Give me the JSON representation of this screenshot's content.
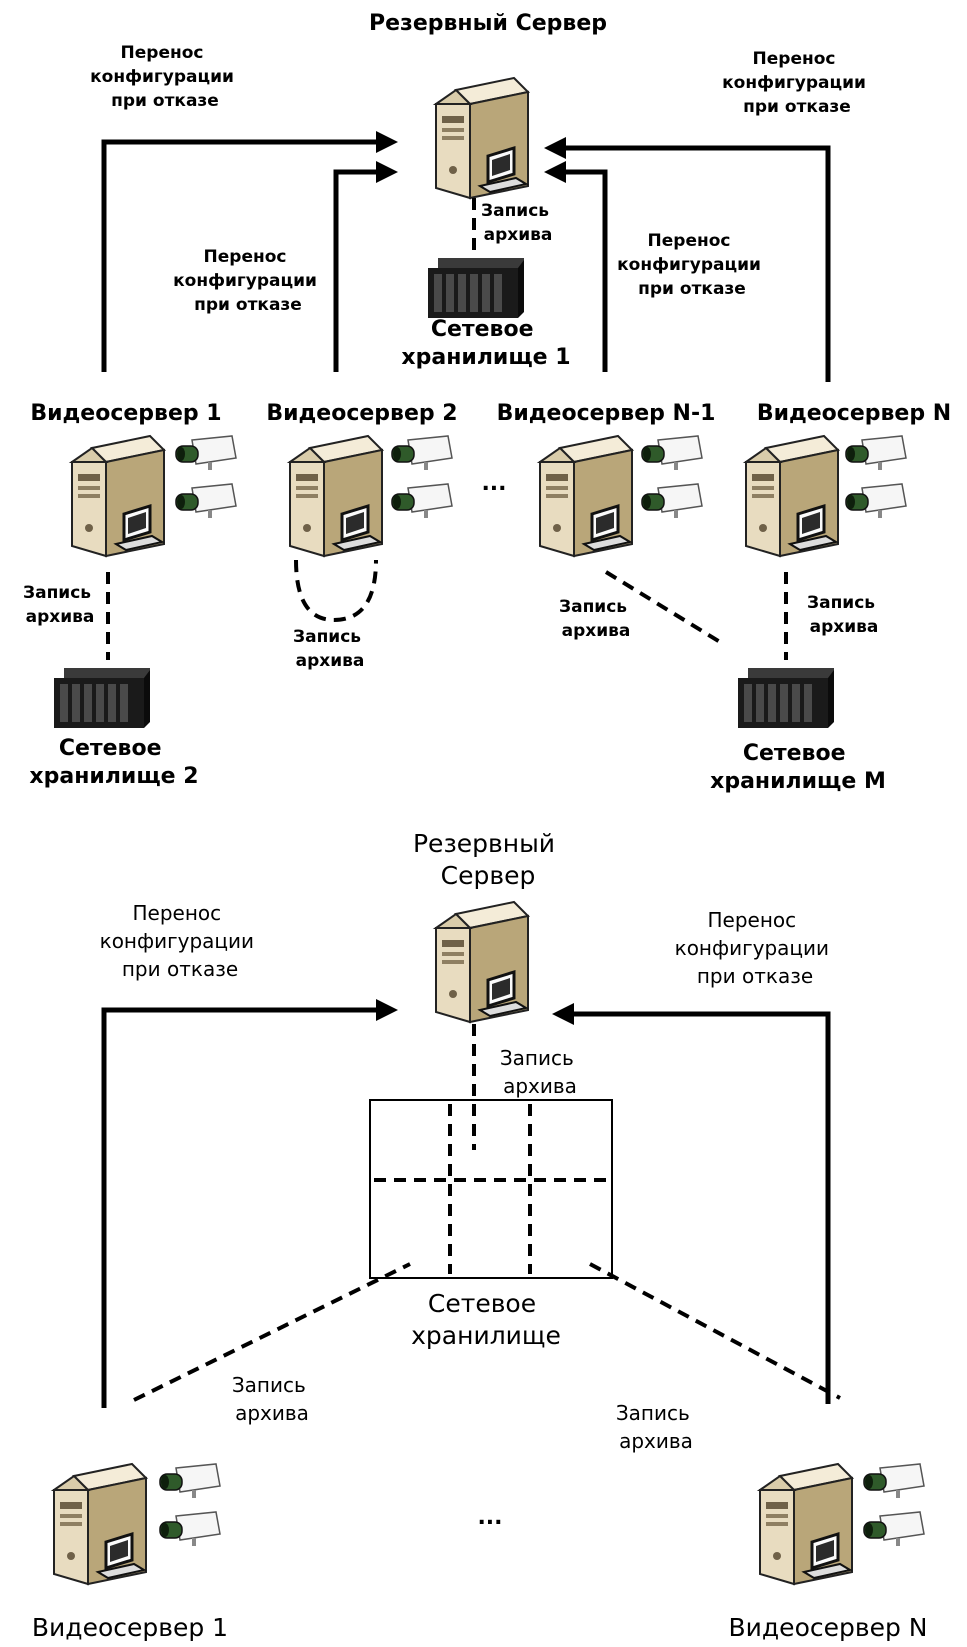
{
  "top": {
    "backup_server_title": "Резервный Сервер",
    "transfer_label": [
      "Перенос",
      "конфигурации",
      "при отказе"
    ],
    "archive_label": [
      "Запись",
      "архива"
    ],
    "storage_1": [
      "Сетевое",
      "хранилище 1"
    ],
    "storage_2": [
      "Сетевое",
      "хранилище 2"
    ],
    "storage_m": [
      "Сетевое",
      "хранилище M"
    ],
    "servers": [
      "Видеосервер 1",
      "Видеосервер 2",
      "Видеосервер N-1",
      "Видеосервер N"
    ],
    "ellipsis": "..."
  },
  "bottom": {
    "backup_server_title": [
      "Резервный",
      "Сервер"
    ],
    "transfer_label": [
      "Перенос",
      "конфигурации",
      "при отказе"
    ],
    "archive_label": [
      "Запись",
      "архива"
    ],
    "storage": [
      "Сетевое",
      "хранилище"
    ],
    "servers": [
      "Видеосервер 1",
      "Видеосервер N"
    ],
    "ellipsis": "..."
  },
  "colors": {
    "server_body": "#e8dcc0",
    "server_dark": "#b9a679",
    "storage_body": "#1a1a1a",
    "camera_lens": "#2f5a2a"
  },
  "icons": [
    "server-icon",
    "camera-icon",
    "network-storage-icon",
    "monitor-icon"
  ]
}
